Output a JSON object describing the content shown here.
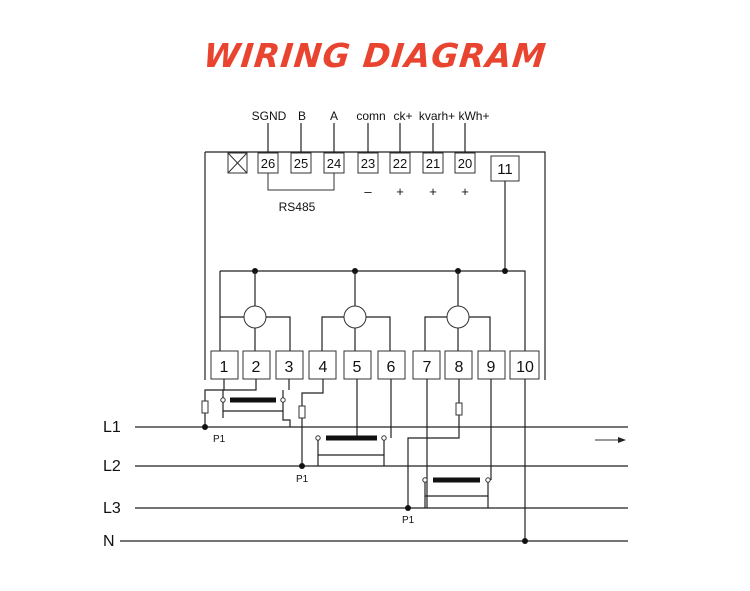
{
  "title": "WIRING DIAGRAM",
  "top_labels": {
    "sgnd": "SGND",
    "b": "B",
    "a": "A",
    "comn": "comn",
    "ck": "ck+",
    "kvarh": "kvarh+",
    "kwh": "kWh+"
  },
  "top_terminals": [
    "26",
    "25",
    "24",
    "23",
    "22",
    "21",
    "20"
  ],
  "terminal_11": "11",
  "signs": [
    "–",
    "+",
    "+",
    "+"
  ],
  "rs485": "RS485",
  "bottom_terminals": [
    "1",
    "2",
    "3",
    "4",
    "5",
    "6",
    "7",
    "8",
    "9",
    "10"
  ],
  "lines": [
    "L1",
    "L2",
    "L3",
    "N"
  ],
  "p1_label": "P1"
}
